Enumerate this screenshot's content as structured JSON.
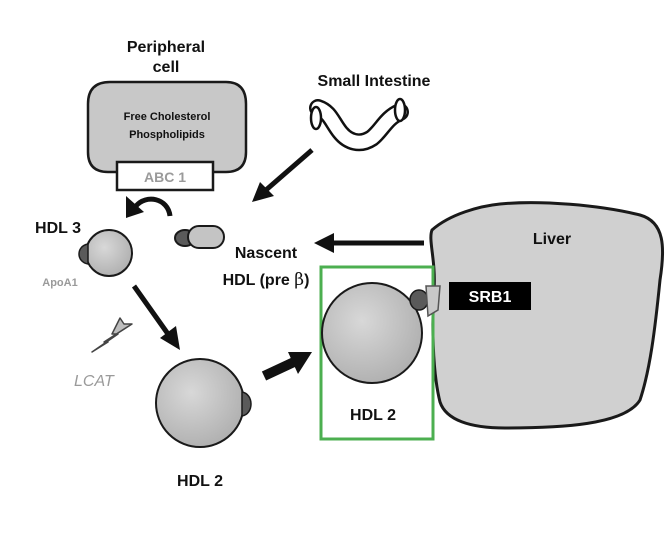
{
  "labels": {
    "peripheral_line1": "Peripheral",
    "peripheral_line2": "cell",
    "free_cholesterol": "Free Cholesterol",
    "phospholipids": "Phospholipids",
    "abc1": "ABC 1",
    "small_intestine": "Small Intestine",
    "liver": "Liver",
    "hdl3": "HDL 3",
    "apoa1": "ApoA1",
    "nascent_line1": "Nascent",
    "nascent_line2": "HDL (pre",
    "beta": "β",
    "paren_close": ")",
    "lcat": "LCAT",
    "srb1": "SRB1",
    "hdl2_left": "HDL 2",
    "hdl2_boxed": "HDL 2"
  },
  "icons": {
    "lcat": "lightning-bolt-icon",
    "intestine": "intestine-tube-icon",
    "apoa1": "apolipoprotein-blob-icon"
  },
  "colors": {
    "particle_fill": "#bdbdbd",
    "particle_stroke": "#1a1a1a",
    "apo_fill": "#5a5a5a",
    "liver_fill": "#d0d0d0",
    "highlight_box": "#4caf50",
    "srb1_bg": "#000000",
    "srb1_text": "#ffffff",
    "muted_text": "#9a9a9a"
  }
}
